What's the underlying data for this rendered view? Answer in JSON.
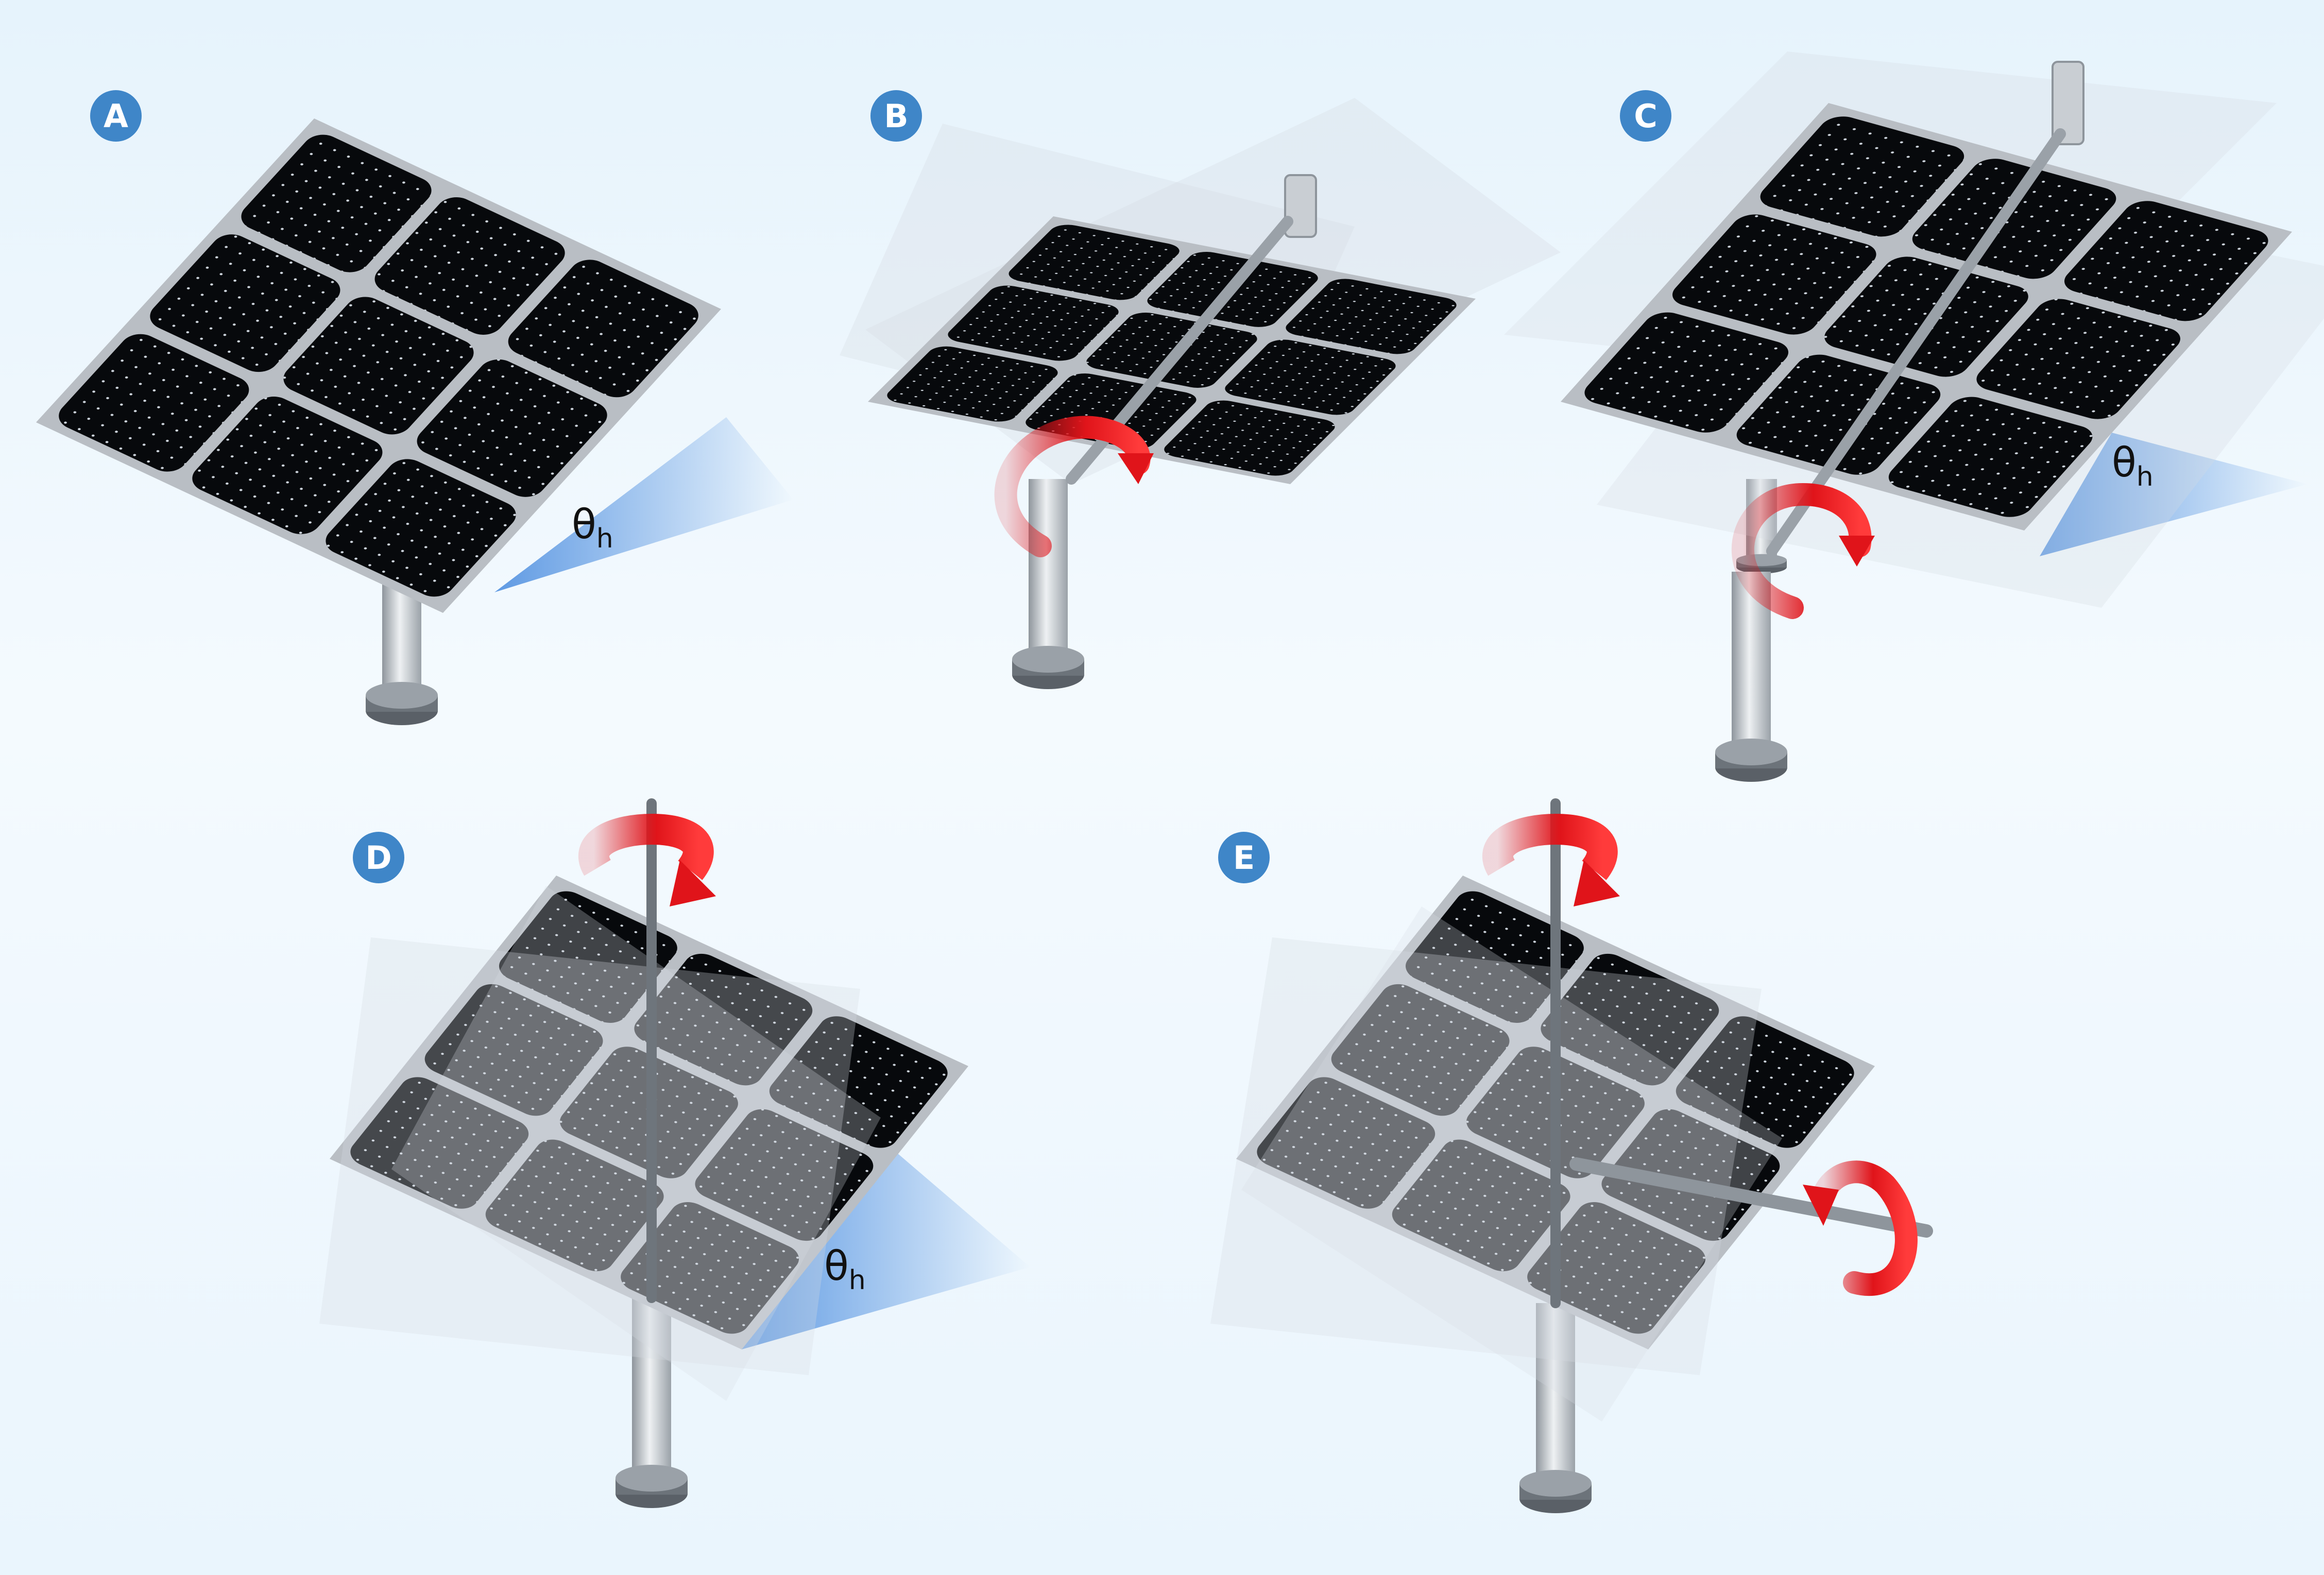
{
  "panels": [
    {
      "id": "a",
      "badge": "A",
      "angle_label": "θ",
      "angle_sub": "h"
    },
    {
      "id": "b",
      "badge": "B"
    },
    {
      "id": "c",
      "badge": "C",
      "angle_label": "θ",
      "angle_sub": "h"
    },
    {
      "id": "d",
      "badge": "D",
      "angle_label": "θ",
      "angle_sub": "h"
    },
    {
      "id": "e",
      "badge": "E"
    }
  ],
  "colors": {
    "badge": "#3f86c8",
    "badge_text": "#ffffff",
    "panel_frame": "#b9bec4",
    "cell": "#07090c",
    "cell_dot": "#cfd6de",
    "ghost": "#c8ced6",
    "pole": "#c9ced3",
    "arrow": "#e0141a",
    "angle_wedge": "#5b9be6",
    "label": "#111111"
  },
  "icons": {
    "rotation_arrow": "curved-rotation-arrow-icon",
    "badge": "circle-badge-icon"
  }
}
